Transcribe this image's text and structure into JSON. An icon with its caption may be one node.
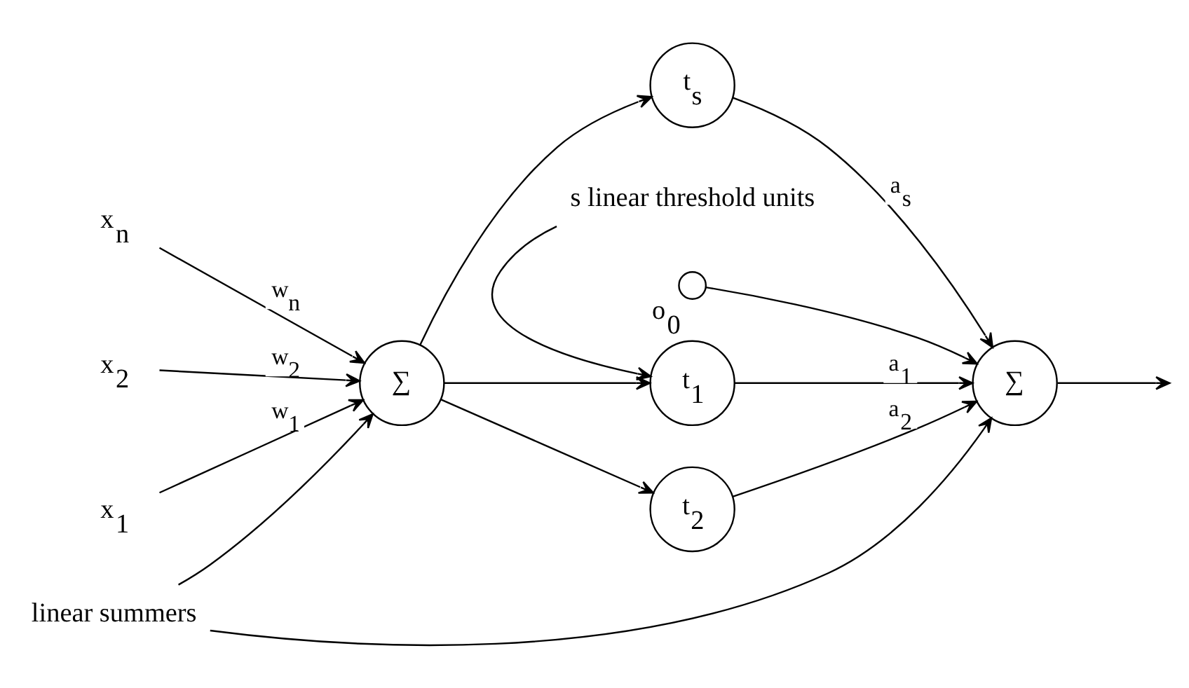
{
  "diagram": {
    "nodes": [
      {
        "text": [
          "x$_{n}$"
        ]
      },
      {
        "text": [
          "x$_{2}$"
        ]
      },
      {
        "text": [
          "x$_{1}$"
        ]
      },
      {
        "text": [
          "∑"
        ]
      },
      {
        "text": [
          "t$_{1}$"
        ]
      },
      {
        "text": [
          "t$_{2}$"
        ]
      },
      {
        "text": [
          "t$_{s}$"
        ]
      },
      {
        "text": [
          "s linear threshold units"
        ]
      },
      {
        "text": [
          "∑"
        ]
      },
      {
        "text": [],
        "shape": "circle",
        "beside": [
          "o$_{0}$"
        ]
      },
      {
        "text": [
          "linear summers"
        ]
      }
    ],
    "edges": [
      {
        "from": 0,
        "to": 3,
        "arrow": "to",
        "label": "w$_{n}$"
      },
      {
        "from": 1,
        "to": 3,
        "arrow": "to",
        "label": "w$_{2}$"
      },
      {
        "from": 2,
        "to": 3,
        "arrow": "to",
        "label": "w$_{1}$"
      },
      {
        "from": 3,
        "to": 4,
        "arrow": "to"
      },
      {
        "from": 3,
        "to": 5,
        "arrow": "to"
      },
      {
        "from": 3,
        "to": 6,
        "arrow": "to"
      },
      {
        "from": 4,
        "to": 8,
        "arrow": "to",
        "label": "a$_{1}$"
      },
      {
        "from": 5,
        "to": 8,
        "arrow": "to",
        "label": "a$_{2}$"
      },
      {
        "from": 6,
        "to": 8,
        "arrow": "to",
        "label": "a$_{s}$"
      },
      {
        "from": 9,
        "to": 8,
        "arrow": "to"
      },
      {
        "from": 8,
        "to": null,
        "arrow": "to"
      },
      {
        "from": 7,
        "to": 4,
        "arrow": "to"
      },
      {
        "from": 10,
        "to": 3,
        "arrow": "to"
      },
      {
        "from": 10,
        "to": 8,
        "arrow": "to"
      }
    ]
  }
}
